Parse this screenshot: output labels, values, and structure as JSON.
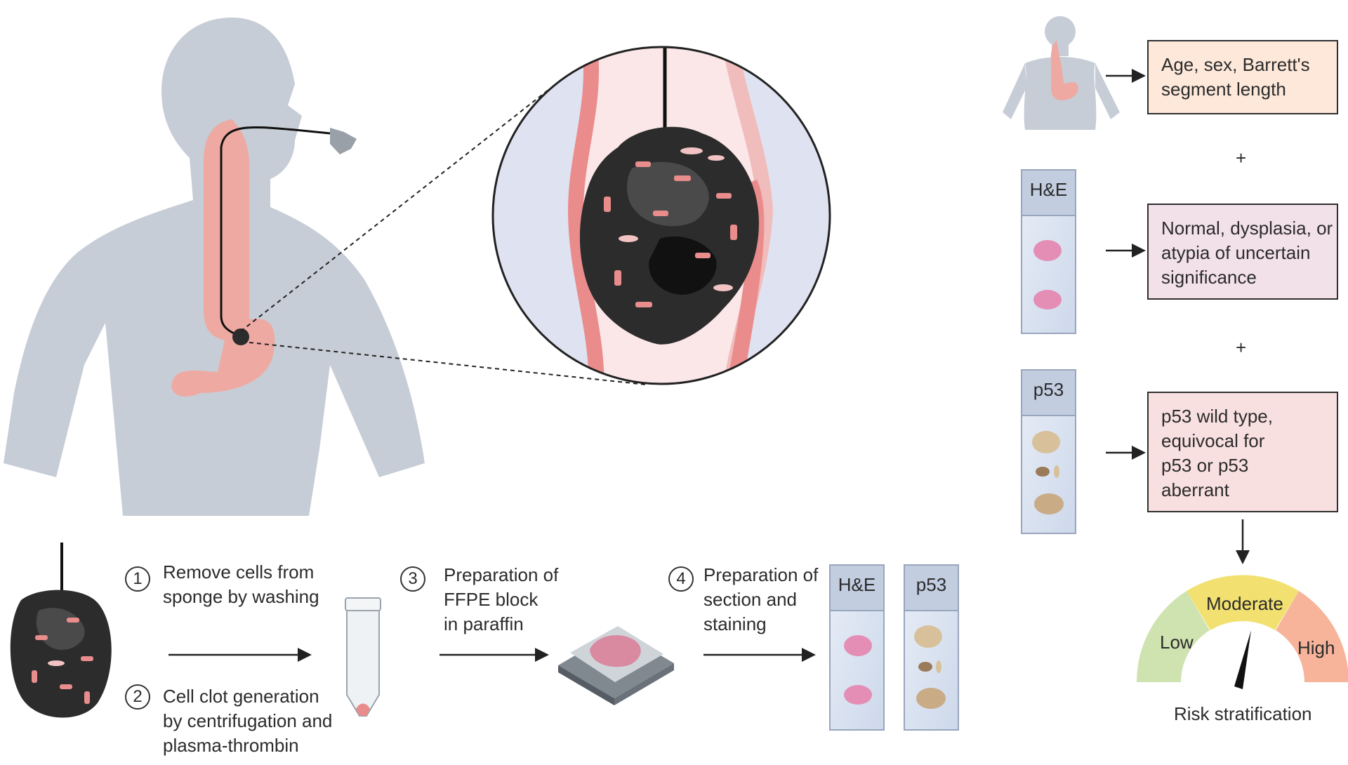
{
  "steps": [
    {
      "number": "1",
      "lines": [
        "Remove cells from",
        "sponge by washing"
      ]
    },
    {
      "number": "2",
      "lines": [
        "Cell clot generation",
        "by centrifugation and",
        "plasma-thrombin"
      ]
    },
    {
      "number": "3",
      "lines": [
        "Preparation of",
        "FFPE block",
        "in paraffin"
      ]
    },
    {
      "number": "4",
      "lines": [
        "Preparation of",
        "section and",
        "staining"
      ]
    }
  ],
  "slides": {
    "he": "H&E",
    "p53": "p53"
  },
  "factors": [
    {
      "lines": [
        "Age, sex, Barrett's",
        "segment length"
      ],
      "fill": "#fde8da"
    },
    {
      "lines": [
        "Normal, dysplasia, or",
        "atypia of uncertain",
        "significance"
      ],
      "fill": "#f3e1ea"
    },
    {
      "lines": [
        "p53 wild type,",
        "equivocal for",
        "p53 or p53",
        "aberrant"
      ],
      "fill": "#f9e0e0"
    }
  ],
  "plus": "+",
  "gauge": {
    "low": "Low",
    "moderate": "Moderate",
    "high": "High",
    "caption": "Risk stratification",
    "colors": {
      "low": "#cfe3b0",
      "moderate": "#f2e170",
      "high": "#f7b49a"
    }
  },
  "colors": {
    "body": "#c7cdd6",
    "stomach": "#eeaaa2",
    "sponge": "#2c2c2c",
    "tissue": "#e98c8c"
  }
}
